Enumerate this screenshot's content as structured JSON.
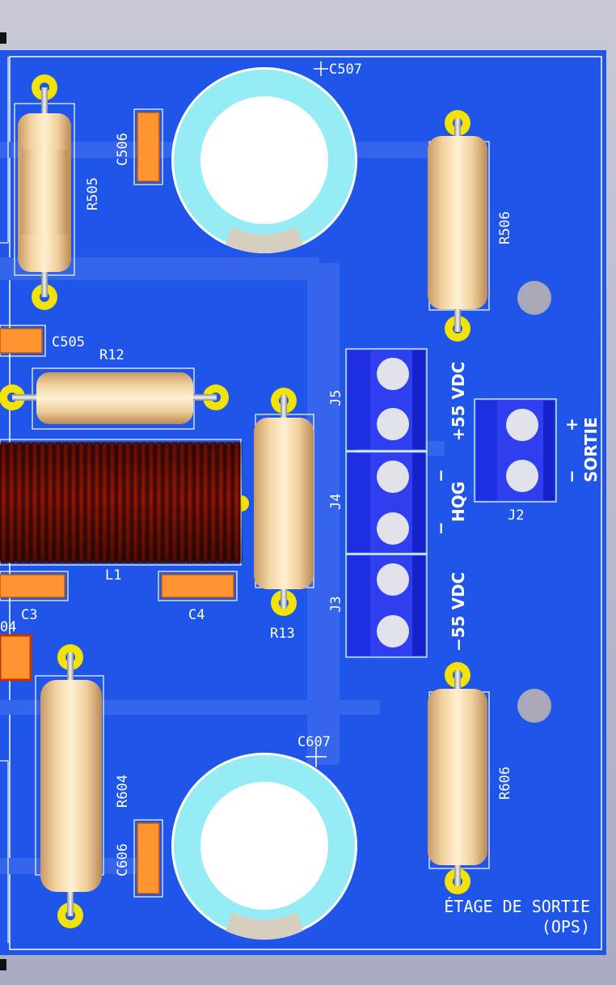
{
  "board": {
    "title_line1": "ÉTAGE DE SORTIE",
    "title_line2": "(OPS)",
    "colors": {
      "substrate": "#1f55e8",
      "trace": "#3666ea",
      "silkscreen": "#ffffff",
      "pad": "#f2e400",
      "resistor_body": "#f0cf98",
      "smd_cap": "#ff9430",
      "electrolytic_sleeve": "#96ecf5",
      "inductor_winding": "#7a0c00",
      "terminal_block": "#2f3ff0"
    }
  },
  "components": {
    "c507": "C507",
    "c506": "C506",
    "r505": "R505",
    "r506": "R506",
    "c505": "C505",
    "r12": "R12",
    "j5": "J5",
    "j4": "J4",
    "j3": "J3",
    "j2": "J2",
    "l1": "L1",
    "c3": "C3",
    "c4": "C4",
    "r13": "R13",
    "c604_partial": "04",
    "c607": "C607",
    "r604": "R604",
    "c606": "C606",
    "r606": "R606"
  },
  "connectors": {
    "plus_55": "+55 VDC",
    "hqg": "HQG",
    "hqg_minus_top": "−",
    "hqg_minus_bottom": "−",
    "minus_55": "−55 VDC",
    "sortie": "SORTIE",
    "sortie_plus": "+",
    "sortie_minus": "−"
  }
}
